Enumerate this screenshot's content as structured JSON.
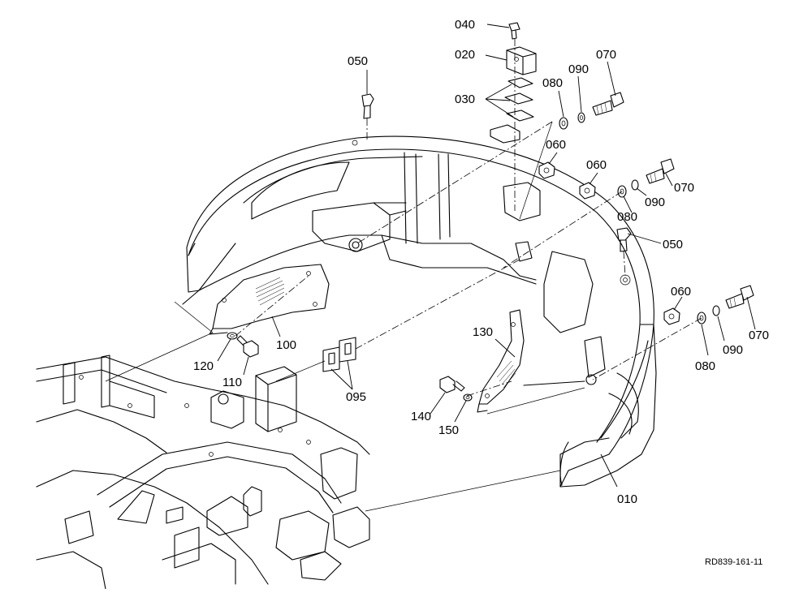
{
  "diagram": {
    "labels": {
      "p040": "040",
      "p020": "020",
      "p030": "030",
      "p050a": "050",
      "p080a": "080",
      "p090a": "090",
      "p070a": "070",
      "p060a": "060",
      "p060b": "060",
      "p070b": "070",
      "p090b": "090",
      "p080b": "080",
      "p050b": "050",
      "p060c": "060",
      "p070c": "070",
      "p090c": "090",
      "p080c": "080",
      "p100": "100",
      "p120": "120",
      "p110": "110",
      "p095": "095",
      "p130": "130",
      "p140": "140",
      "p150": "150",
      "p010": "010"
    },
    "drawing_code": "RD839-161-11"
  }
}
